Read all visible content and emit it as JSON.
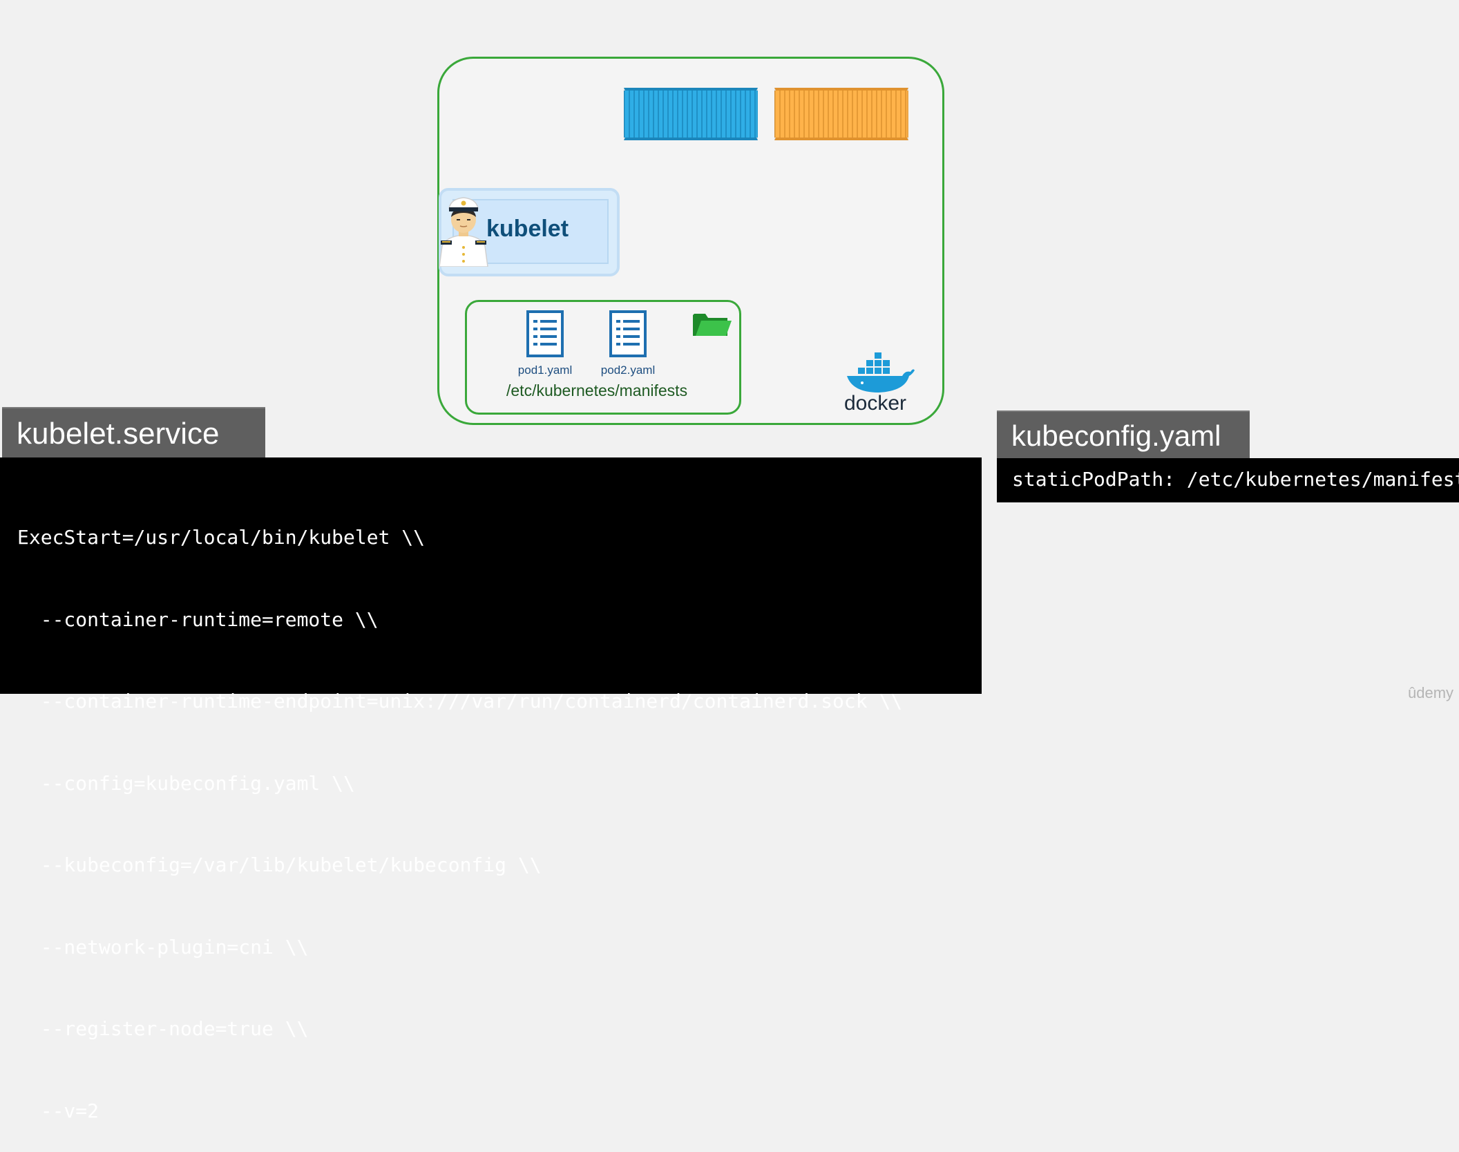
{
  "diagram": {
    "kubelet_label": "kubelet",
    "files": [
      {
        "name": "pod1.yaml"
      },
      {
        "name": "pod2.yaml"
      }
    ],
    "manifests_path": "/etc/kubernetes/manifests",
    "docker_label": "docker",
    "colors": {
      "node_border": "#3aa83a",
      "container_blue": "#2faee6",
      "container_orange": "#ffb34a",
      "kubelet_text": "#0f4f7a",
      "file_icon": "#1e6fb0"
    },
    "icons": [
      "captain-icon",
      "file-icon",
      "folder-icon",
      "docker-whale-icon"
    ]
  },
  "kubelet_service": {
    "title": "kubelet.service",
    "lines": [
      "ExecStart=/usr/local/bin/kubelet \\\\",
      "  --container-runtime=remote \\\\",
      "  --container-runtime-endpoint=unix:///var/run/containerd/containerd.sock \\\\",
      "  --config=kubeconfig.yaml \\\\",
      "  --kubeconfig=/var/lib/kubelet/kubeconfig \\\\",
      "  --network-plugin=cni \\\\",
      "  --register-node=true \\\\",
      "  --v=2"
    ]
  },
  "kubeconfig_yaml": {
    "title": "kubeconfig.yaml",
    "line": "staticPodPath: /etc/kubernetes/manifests"
  },
  "watermark": "ûdemy"
}
